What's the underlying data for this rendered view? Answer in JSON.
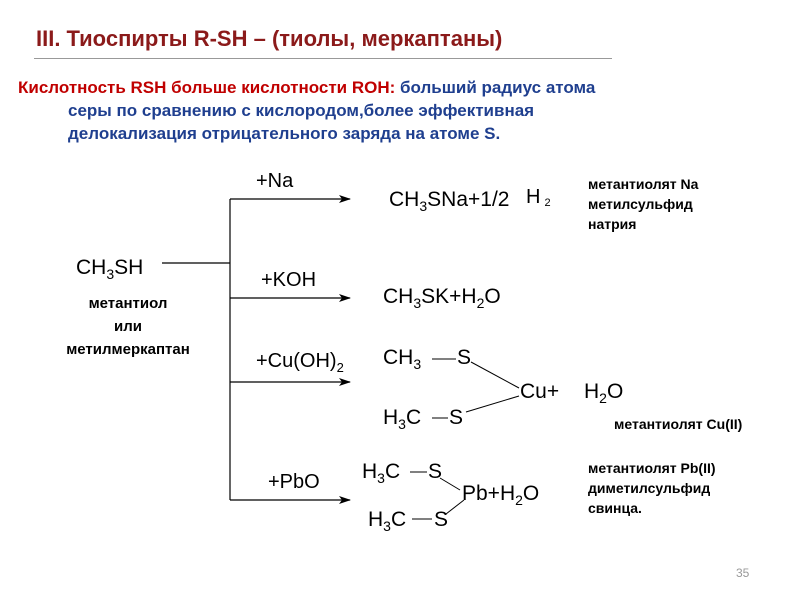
{
  "title": "III. Тиоспирты  R-SH – (тиолы, меркаптаны)",
  "intro": {
    "part1": "Кислотность RSH больше кислотности ROH:",
    "part2": " больший радиус атома",
    "line2": "серы по сравнению с кислородом,более эффективная",
    "line3": "делокализация отрицательного заряда на атоме S."
  },
  "reactant": {
    "formula_a": "CH",
    "formula_sub": "3",
    "formula_b": "SH",
    "name_1": "метантиол",
    "name_2": "или",
    "name_3": "метилмеркаптан"
  },
  "reactions": [
    {
      "reagent": "+Na",
      "product_a": "CH",
      "product_sub": "3",
      "product_b": "SNa",
      "product_c": "+1/2",
      "product_d": "H",
      "product_d_sub": "2",
      "note_1": "метантиолят Na",
      "note_2": "метилсульфид",
      "note_3": "натрия"
    },
    {
      "reagent": "+KOH",
      "product_a": "CH",
      "product_sub": "3",
      "product_b": "SK+H",
      "product_sub2": "2",
      "product_c": "O"
    },
    {
      "reagent_a": "+Cu(OH)",
      "reagent_sub": "2",
      "top_a": "CH",
      "top_sub": "3",
      "top_s": "S",
      "bottom_a": "H",
      "bottom_sub": "3",
      "bottom_b": "C",
      "bottom_s": "S",
      "metal": "Cu+",
      "water_a": "H",
      "water_sub": "2",
      "water_b": "O",
      "note": "метантиолят Cu(II)"
    },
    {
      "reagent": "+PbO",
      "top_a": "H",
      "top_sub": "3",
      "top_b": "C",
      "top_s": "S",
      "bottom_a": "H",
      "bottom_sub": "3",
      "bottom_b": "C",
      "bottom_s": "S",
      "metal_a": "Pb+H",
      "metal_sub": "2",
      "metal_b": "O",
      "note_1": "метантиолят Pb(II)",
      "note_2": "диметилсульфид",
      "note_3": "свинца."
    }
  ],
  "page_number": "35"
}
